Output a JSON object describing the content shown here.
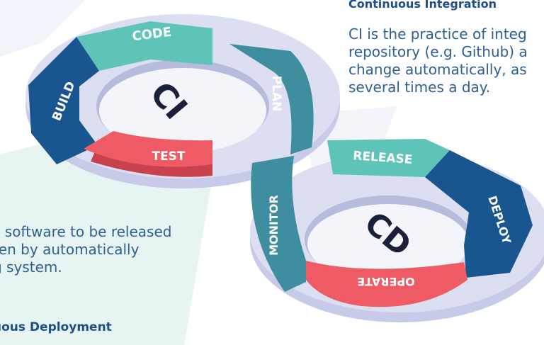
{
  "ci": {
    "heading": "Continuous Integration",
    "description_lines": [
      "CI is the practice of integ",
      "repository (e.g. Github) a",
      "change automatically, as",
      "several times a day."
    ],
    "center_label": "CI",
    "segments": {
      "code": "CODE",
      "plan": "PLAN",
      "build": "BUILD",
      "test": "TEST"
    }
  },
  "cd": {
    "heading": "uous Deployment",
    "description_lines": [
      "s software to be released",
      "ten by automatically",
      "g system."
    ],
    "center_label": "CD",
    "segments": {
      "release": "RELEASE",
      "deploy": "DEPLOY",
      "operate": "OPERATE",
      "monitor": "MONITOR"
    }
  },
  "colors": {
    "teal": "#5fc4b8",
    "blue": "#19568f",
    "red": "#ef5b64",
    "slate": "#3f8ea0",
    "ring": "#dcdff2",
    "mint_bg": "#e6f5f1"
  }
}
